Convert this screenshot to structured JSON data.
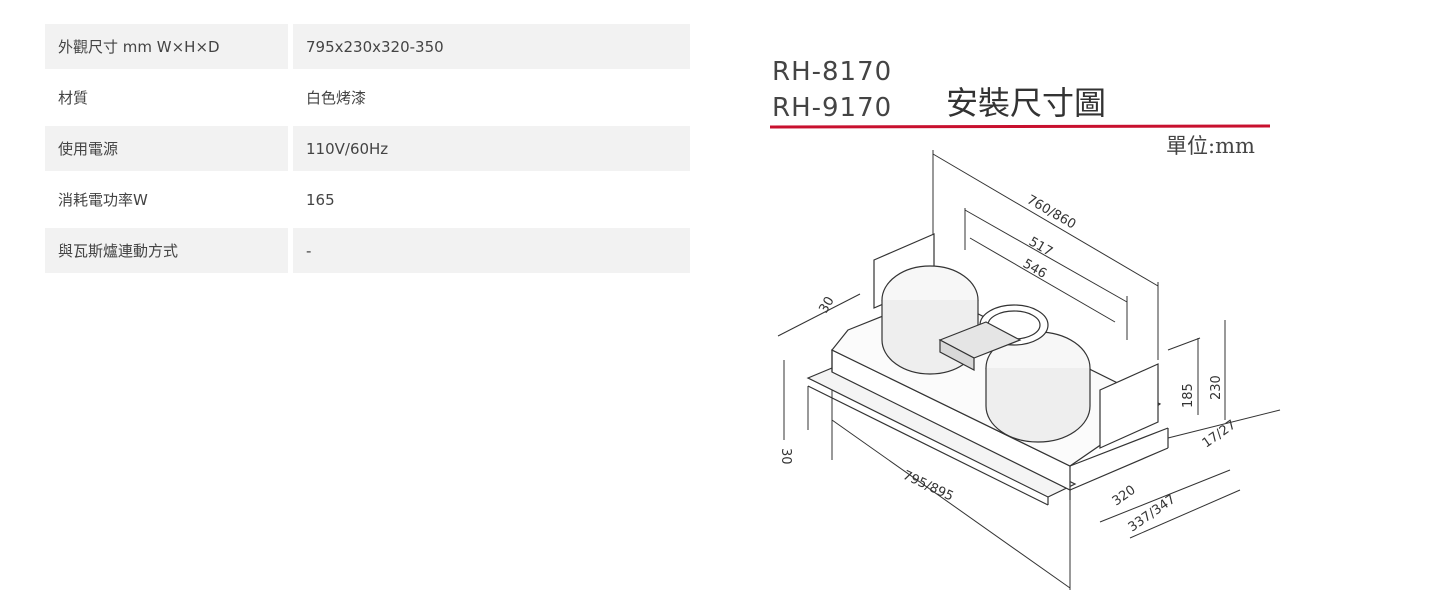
{
  "specs": [
    {
      "label": "外觀尺寸 mm W×H×D",
      "value": "795x230x320-350"
    },
    {
      "label": "材質",
      "value": "白色烤漆"
    },
    {
      "label": "使用電源",
      "value": "110V/60Hz"
    },
    {
      "label": "消耗電功率W",
      "value": "165"
    },
    {
      "label": "與瓦斯爐連動方式",
      "value": "-"
    }
  ],
  "diagram": {
    "models": [
      "RH-8170",
      "RH-9170"
    ],
    "title": "安裝尺寸圖",
    "unit": "單位:mm",
    "title_line_color": "#c8102e",
    "dimensions": {
      "width_top_outer": "760/860",
      "width_top_mid": "517",
      "width_top_inner": "546",
      "left_depth": "30",
      "left_height": "30",
      "front_width": "795/895",
      "right_height_inner": "185",
      "right_height_outer": "230",
      "right_offset": "17/27",
      "depth_inner": "320",
      "depth_outer": "337/347"
    }
  }
}
